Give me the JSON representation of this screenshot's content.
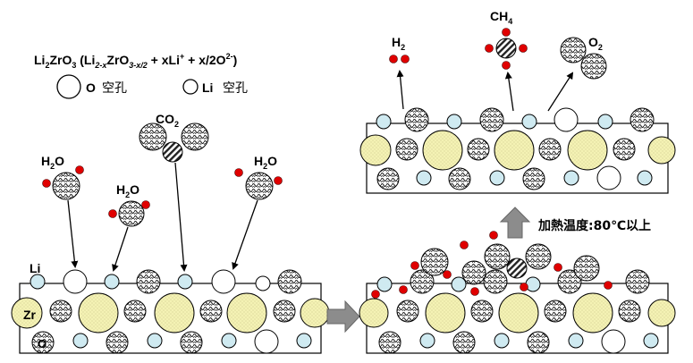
{
  "colors": {
    "zr_fill": "#f4f2b4",
    "li_fill": "#cfeaf1",
    "red_h": "#e00000",
    "oxide_hatch": "#222222",
    "arrow_gray": "#8c8c8c"
  },
  "formula": {
    "main": "Li",
    "sub1": "2",
    "main2": "ZrO",
    "sub2": "3",
    "paren_open": " (Li",
    "sub3": "2-x",
    "main3": "ZrO",
    "sub4": "3-x/2",
    "tail1": " + xLi",
    "sup1": "+",
    "tail2": " + x/2O",
    "sup2": "2-",
    "paren_close": ")"
  },
  "legend": {
    "o_vacancy_prefix": "O",
    "o_vacancy_label": "空孔",
    "li_vacancy_prefix": "Li",
    "li_vacancy_label": "空孔"
  },
  "labels": {
    "h2o_a": "H",
    "h2o_b": "2",
    "h2o_c": "O",
    "co2_a": "CO",
    "co2_b": "2",
    "h2_a": "H",
    "h2_b": "2",
    "ch4_a": "CH",
    "ch4_b": "4",
    "o2_a": "O",
    "o2_b": "2",
    "li_side": "Li",
    "zr_side": "Zr",
    "o_side": "O",
    "heating": "加熱温度:80℃以上"
  }
}
